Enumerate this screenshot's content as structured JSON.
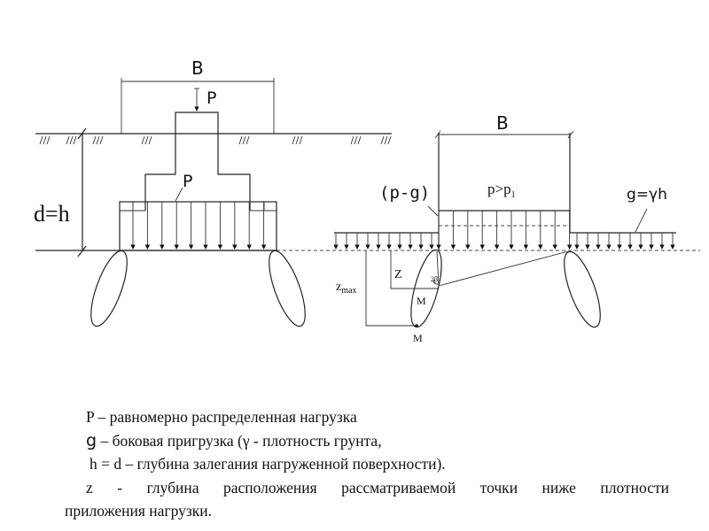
{
  "diagram_left": {
    "width_label": "B",
    "load_top_label": "P",
    "load_base_label": "P",
    "depth_label": "d=h"
  },
  "diagram_right": {
    "width_label": "B",
    "net_load_label": "(p-g)",
    "pressure_label": "p>p",
    "pressure_subscript": "1",
    "surcharge_label": "g=γh",
    "z_label": "Z",
    "zmax_label": "z",
    "zmax_subscript": "max",
    "angle_label": "2β",
    "point_label_inner": "M",
    "point_label_bottom": "M"
  },
  "legend": {
    "line1": "P – равномерно распределенная нагрузка",
    "line2_symbol": "g",
    "line2": " – боковая пригрузка (γ -  плотность грунта,",
    "line3": "h = d – глубина залегания нагруженной поверхности).",
    "line4": "z -  глубина расположения рассматриваемой точки ниже плотности",
    "line5": "приложения нагрузки."
  }
}
